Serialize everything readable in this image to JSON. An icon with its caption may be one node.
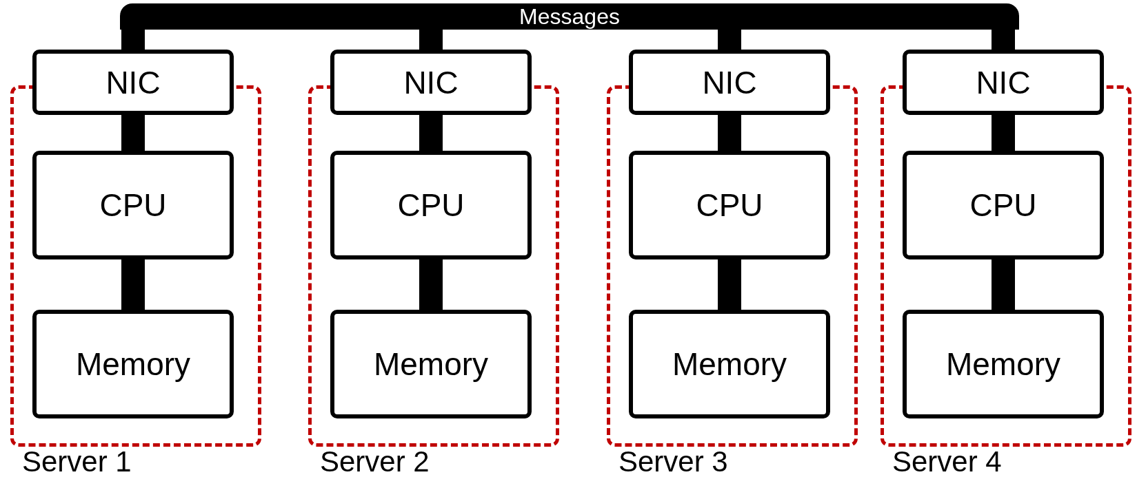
{
  "diagram": {
    "nodes": [
      {
        "text": [
          "Messages"
        ]
      },
      {
        "text": [
          "Server 1"
        ]
      },
      {
        "text": [
          "NIC"
        ]
      },
      {
        "text": [
          "CPU"
        ],
        "in": 1
      },
      {
        "text": [
          "Memory"
        ],
        "in": 1
      },
      {
        "text": [
          "Server 2"
        ]
      },
      {
        "text": [
          "NIC"
        ]
      },
      {
        "text": [
          "CPU"
        ],
        "in": 5
      },
      {
        "text": [
          "Memory"
        ],
        "in": 5
      },
      {
        "text": [
          "Server 3"
        ]
      },
      {
        "text": [
          "NIC"
        ]
      },
      {
        "text": [
          "CPU"
        ],
        "in": 9
      },
      {
        "text": [
          "Memory"
        ],
        "in": 9
      },
      {
        "text": [
          "Server 4"
        ]
      },
      {
        "text": [
          "NIC"
        ]
      },
      {
        "text": [
          "CPU"
        ],
        "in": 13
      },
      {
        "text": [
          "Memory"
        ],
        "in": 13
      }
    ],
    "edges": [
      {
        "from": 0,
        "to": 2,
        "arrow": "none"
      },
      {
        "from": 0,
        "to": 6,
        "arrow": "none"
      },
      {
        "from": 0,
        "to": 10,
        "arrow": "none"
      },
      {
        "from": 0,
        "to": 14,
        "arrow": "none"
      },
      {
        "from": 2,
        "to": 3,
        "arrow": "none"
      },
      {
        "from": 3,
        "to": 4,
        "arrow": "none"
      },
      {
        "from": 6,
        "to": 7,
        "arrow": "none"
      },
      {
        "from": 7,
        "to": 8,
        "arrow": "none"
      },
      {
        "from": 10,
        "to": 11,
        "arrow": "none"
      },
      {
        "from": 11,
        "to": 12,
        "arrow": "none"
      },
      {
        "from": 14,
        "to": 15,
        "arrow": "none"
      },
      {
        "from": 15,
        "to": 16,
        "arrow": "none"
      }
    ]
  }
}
